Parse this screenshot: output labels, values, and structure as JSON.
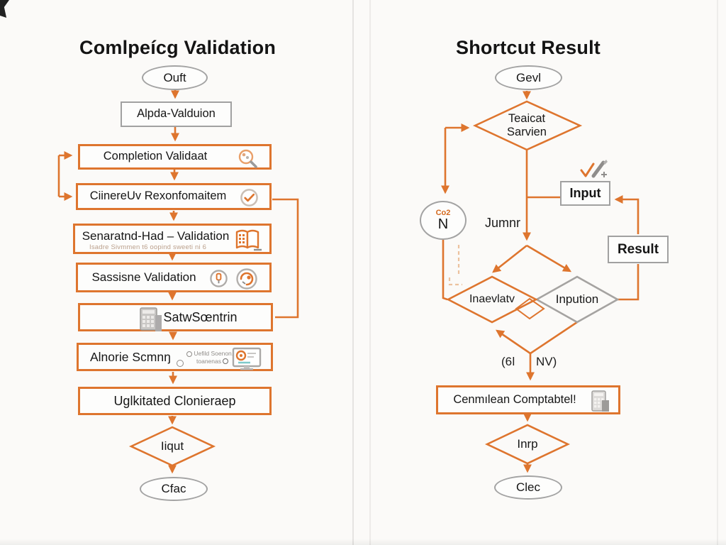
{
  "colors": {
    "accent_orange": "#de752e",
    "shape_gray": "#a1a1a1",
    "ink": "#171717",
    "background": "#fbfaf8",
    "subtitle_tan": "#bba08c"
  },
  "left": {
    "title": "Comlpeícg Validation",
    "start": "Ouft",
    "alpda": "Alpda-Valduion",
    "completion": "Completion Validaat",
    "ciinere": "CiinereUv Rexonfomaitem",
    "senaratnd": "Senaratnd-Had – Validation",
    "senaratnd_sub": "Isadre Sivmmen t6 oopind sweeti ni 6",
    "sassisne": "Sassisne Validation",
    "satw": "SatwSœntrin",
    "alnorie": "Alnorie Scmnŋ",
    "alnorie_sub1": "Uefild Soenon.co",
    "alnorie_sub2": "toanenas",
    "uglkitated": "Uglkitated Clonieraep",
    "decision": "Iiqut",
    "end": "Cfac"
  },
  "right": {
    "title": "Shortcut Result",
    "start": "Gevl",
    "teaicat_1": "Teaicat",
    "teaicat_2": "Sarvien",
    "co2_label": "Co2",
    "co2_value": "N",
    "jumnr": "Jumnr",
    "input": "Input",
    "result": "Result",
    "inaevlatv": "Inaevlatv",
    "inpution": "Inpution",
    "paren_left": "(6ǀ",
    "paren_right": "NV)",
    "cenmrlean": "Cenmılean Comptabtel!",
    "inrp": "Inrp",
    "end": "Clec"
  }
}
